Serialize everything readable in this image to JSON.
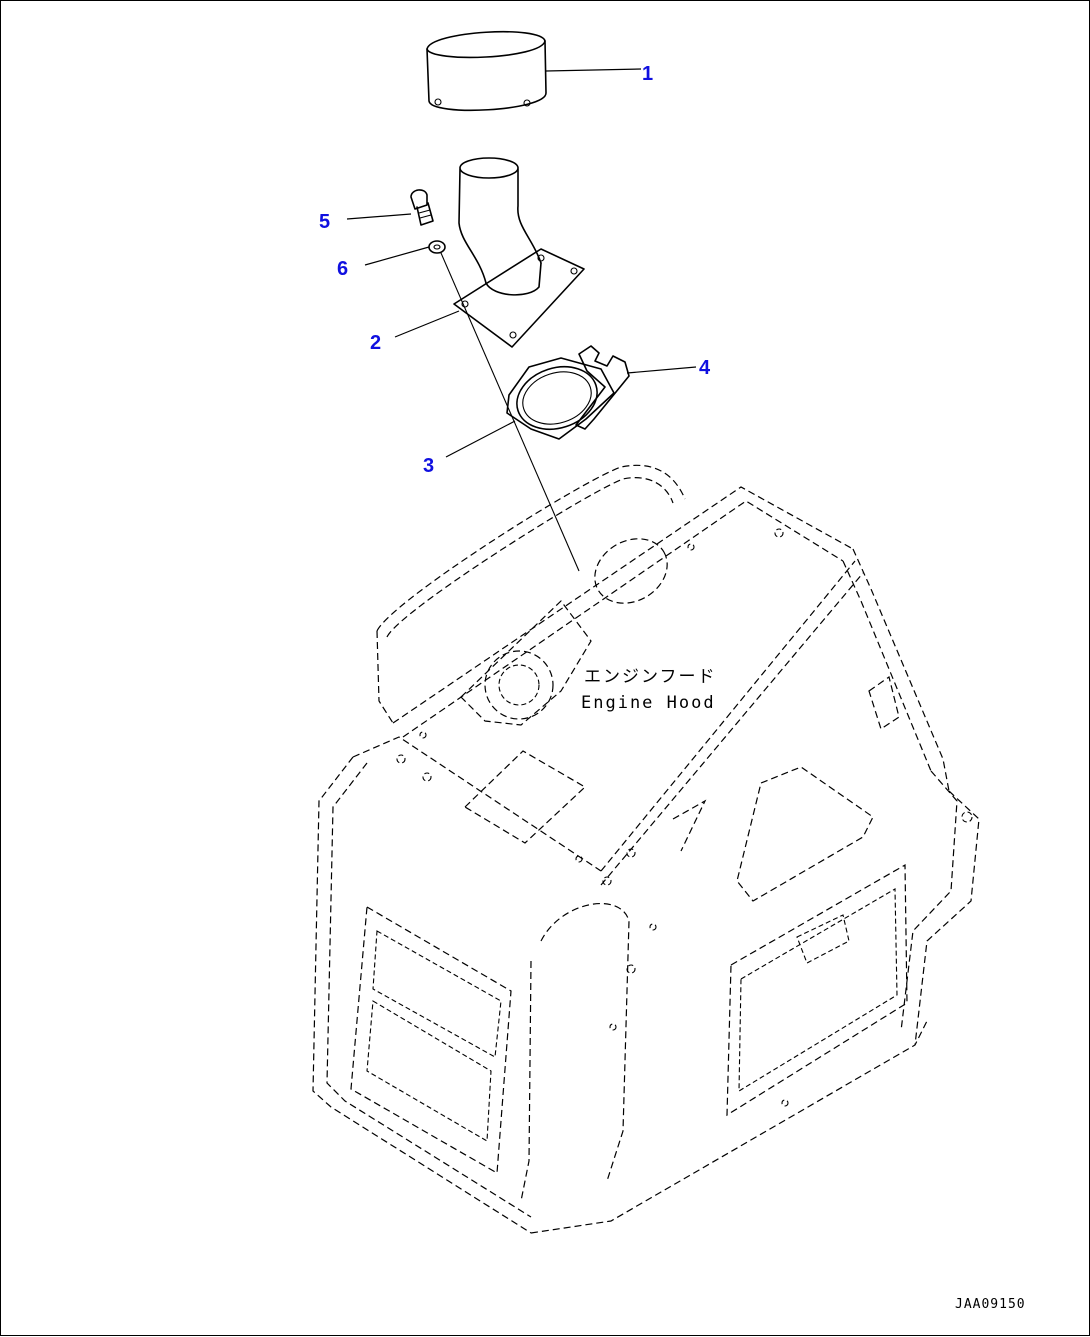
{
  "diagram": {
    "callouts": [
      "1",
      "2",
      "3",
      "4",
      "5",
      "6"
    ],
    "hood_label_jp": "エンジンフード",
    "hood_label_en": "Engine Hood",
    "drawing_code": "JAA09150"
  }
}
